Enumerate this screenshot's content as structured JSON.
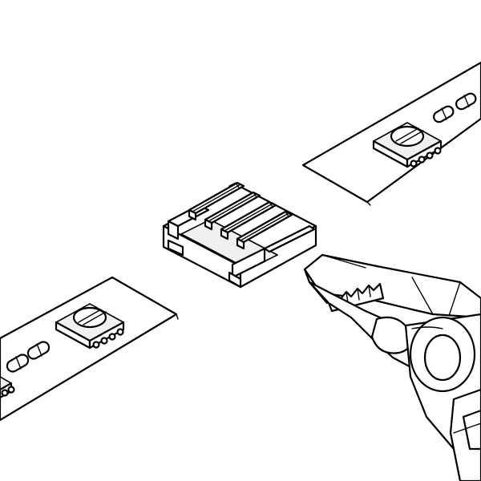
{
  "illustration": {
    "parts": [
      {
        "name": "led-strip-right",
        "icon": "led-strip-icon"
      },
      {
        "name": "led-strip-left",
        "icon": "led-strip-icon"
      },
      {
        "name": "strip-connector",
        "icon": "connector-clip-icon",
        "contacts": 4
      },
      {
        "name": "pliers",
        "icon": "pliers-icon"
      }
    ],
    "colors": {
      "line": "#000000",
      "fill": "#ffffff",
      "shade": "#f0f0f0"
    }
  }
}
